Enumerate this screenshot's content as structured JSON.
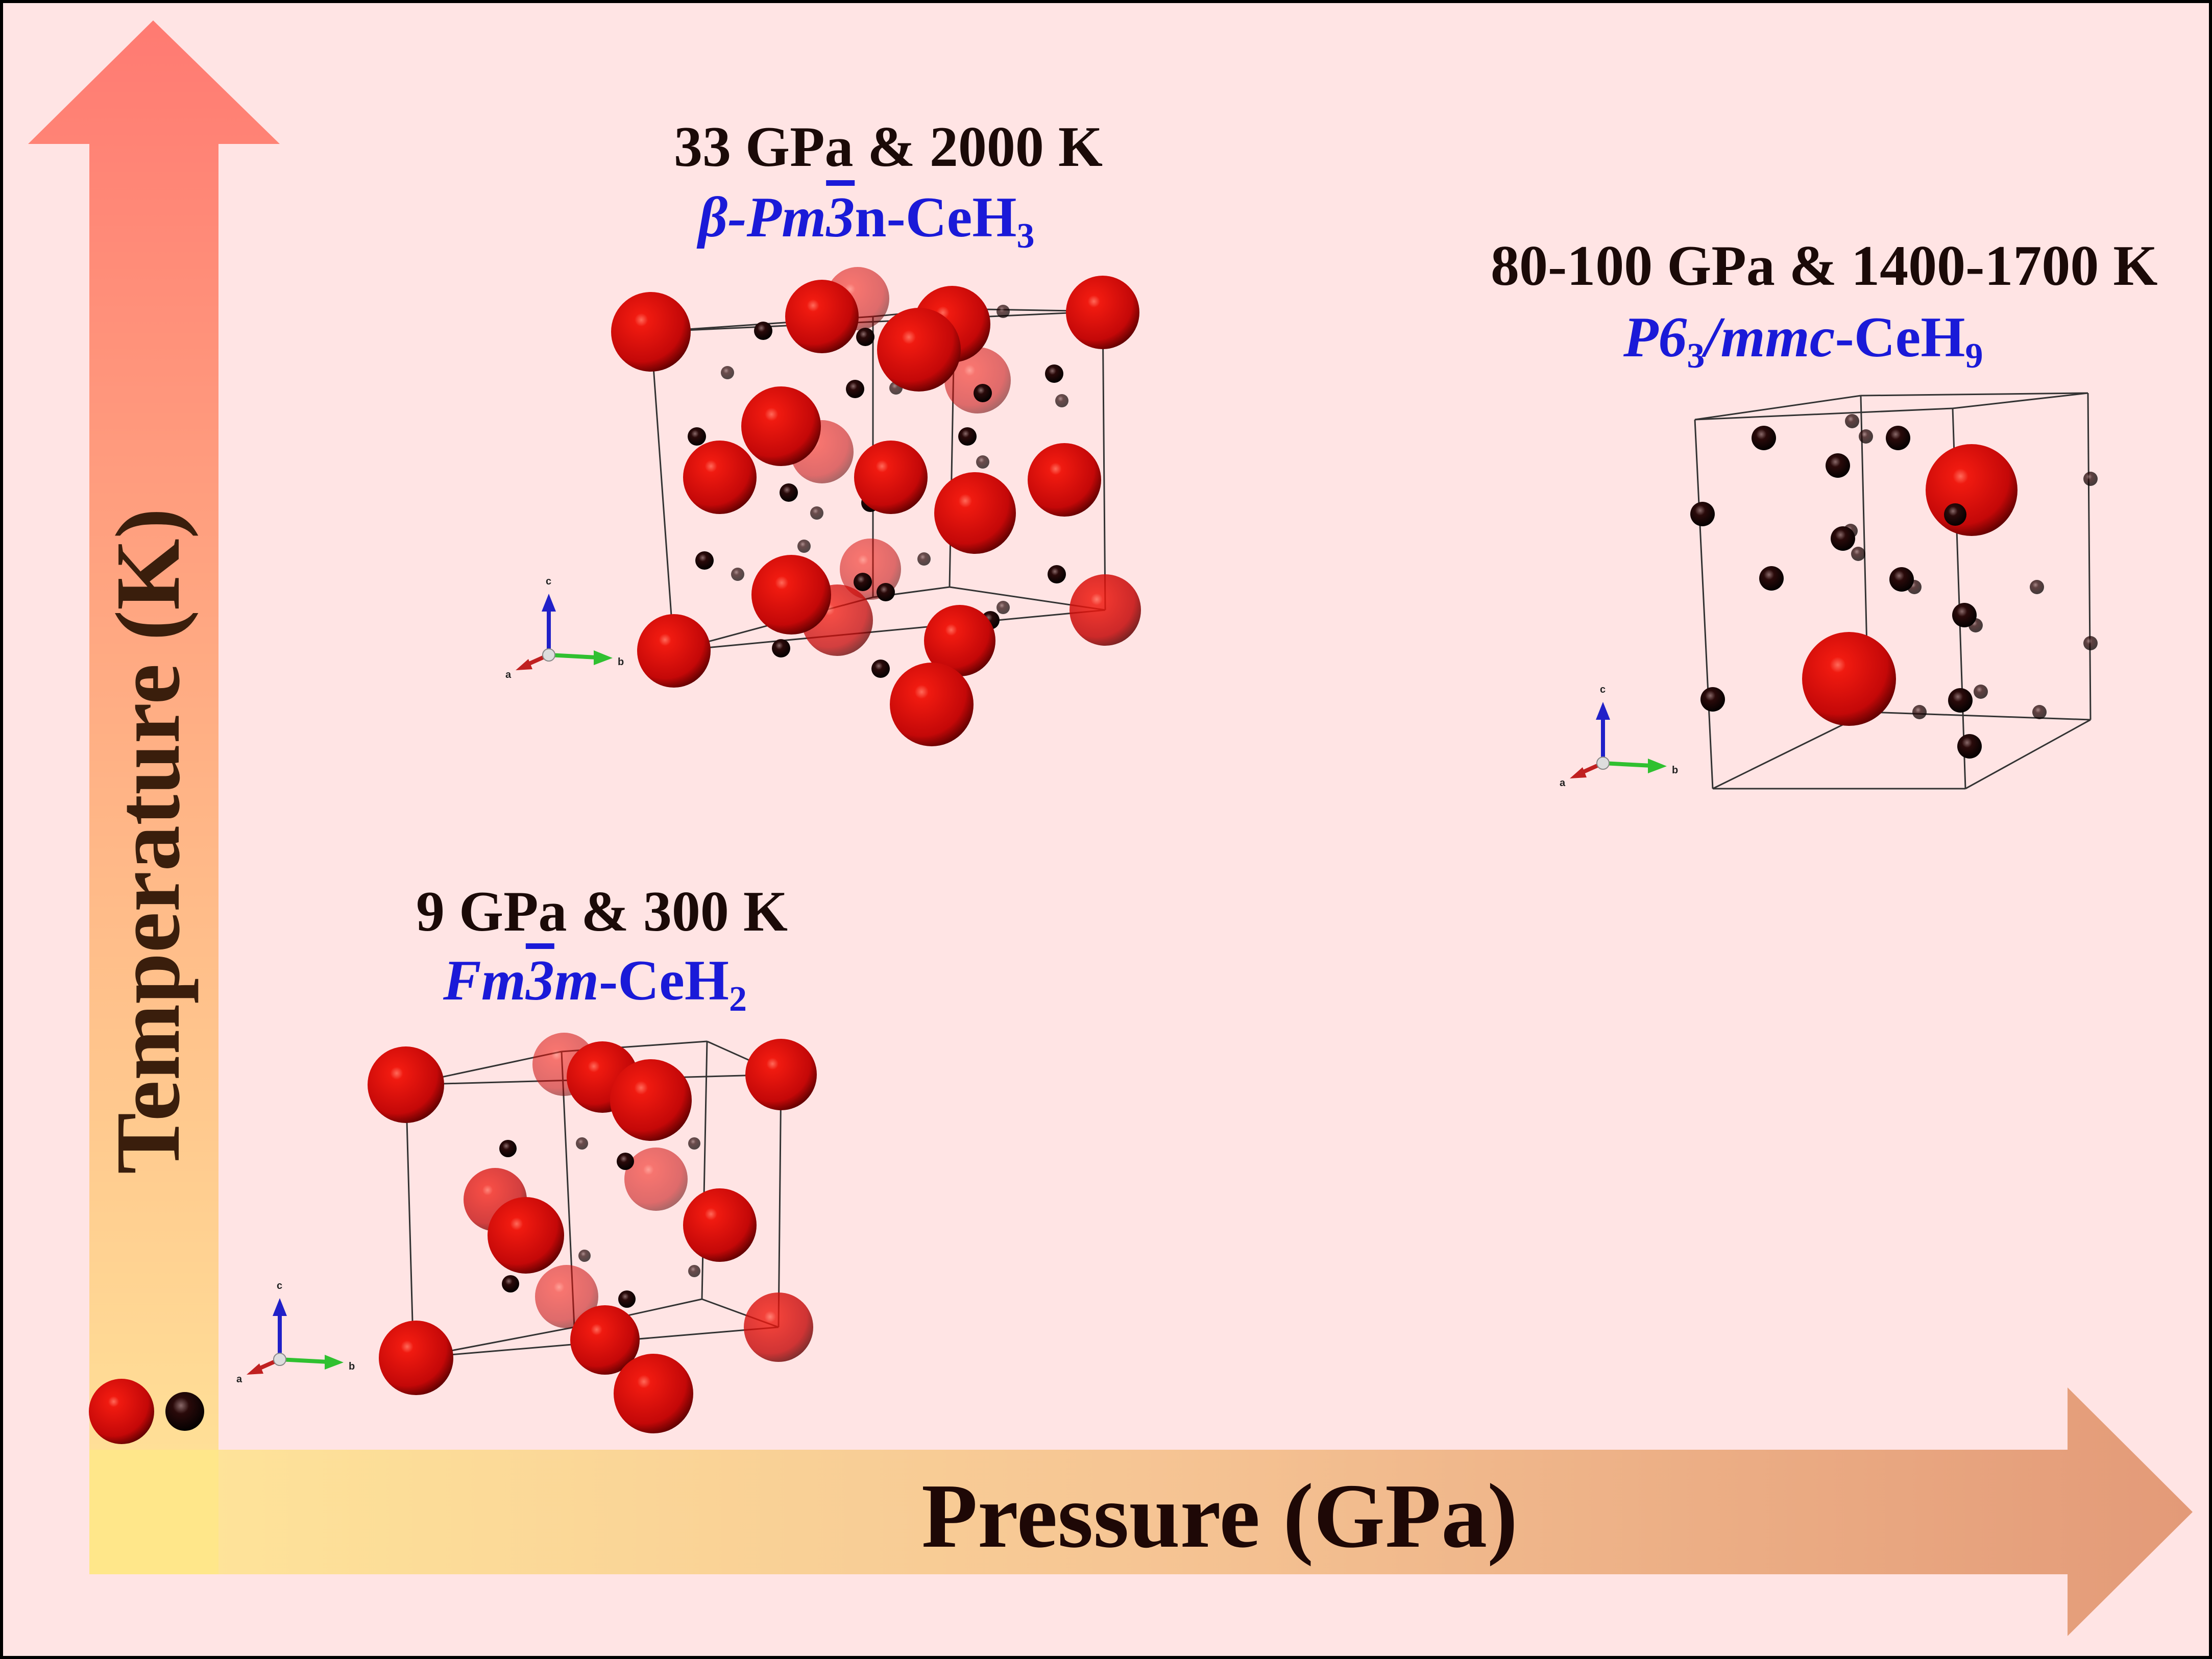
{
  "axes": {
    "x_label": "Pressure (GPa)",
    "y_label": "Temperature (K)"
  },
  "phases": [
    {
      "conditions": "9 GPa & 300 K",
      "name_parts": {
        "italic_a": "Fm",
        "bar": "3",
        "italic_b": "m",
        "rest": "-CeH",
        "sub": "2"
      }
    },
    {
      "conditions": "33 GPa & 2000 K",
      "name_parts": {
        "italic_a": "β-Pm",
        "bar": "3",
        "italic_b": "",
        "rest": "n-CeH",
        "sub": "3"
      }
    },
    {
      "conditions": "80-100 GPa & 1400-1700 K",
      "name_parts": {
        "italic_a": "P6",
        "sub_a": "3",
        "italic_b": "/mmc",
        "rest": "-CeH",
        "sub": "9"
      }
    }
  ],
  "axis_triad_labels": {
    "a": "a",
    "b": "b",
    "c": "c"
  },
  "colors": {
    "ce_atom": "#e01010",
    "h_atom": "#1a0505",
    "phase_name": "#1a1ad8",
    "background": "#ffe4e4"
  }
}
